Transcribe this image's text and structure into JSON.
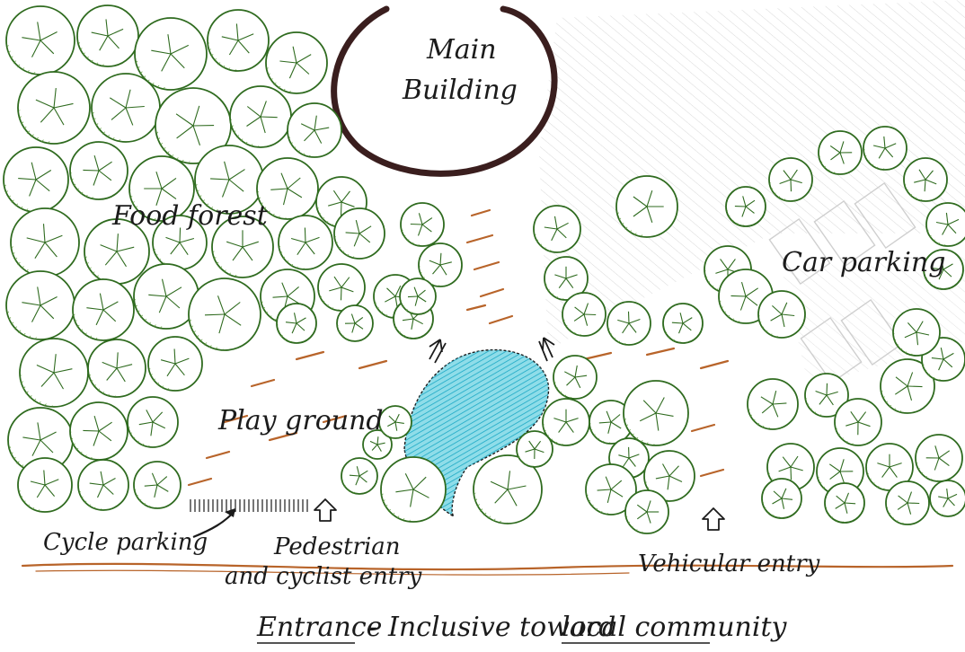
{
  "labels": {
    "main_building_line1": "Main",
    "main_building_line2": "Building",
    "food_forest": "Food forest",
    "car_parking": "Car parking",
    "play_ground": "Play ground",
    "cycle_parking": "Cycle parking",
    "pedestrian_line1": "Pedestrian",
    "pedestrian_line2": "and cyclist entry",
    "vehicular_entry": "Vehicular entry",
    "caption_part1": "Entrance",
    "caption_dash": "-",
    "caption_part2": "Inclusive toward",
    "caption_part3": "local community"
  },
  "colors": {
    "tree_ink": "#2f6b1f",
    "tree_fill": "#7fb04a",
    "pond": "#3bc4d8",
    "ground_ink": "#b8642a",
    "building_ink": "#3a1e1e",
    "text_ink": "#1b1b1b"
  }
}
